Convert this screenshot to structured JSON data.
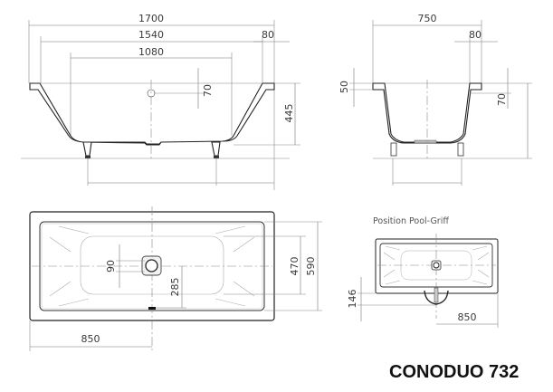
{
  "title": "CONODUO 732",
  "side_view": {
    "dims": {
      "overall_length": "1700",
      "inner_length": "1540",
      "bottom_length": "1080",
      "rim_width": "80",
      "overflow_height": "70",
      "height": "445"
    }
  },
  "end_view": {
    "dims": {
      "overall_width": "750",
      "rim_width": "80",
      "rim_thickness": "50",
      "overflow_height": "70"
    }
  },
  "plan_view": {
    "dims": {
      "drain_size": "90",
      "drain_offset": "285",
      "bottom_width": "470",
      "inner_width": "590",
      "drain_position": "850"
    }
  },
  "pool_grip_view": {
    "caption": "Position Pool-Griff",
    "dims": {
      "grip_offset": "146",
      "grip_position": "850"
    }
  },
  "colors": {
    "outline": "#222222",
    "dimension_line": "#777777",
    "text": "#3a3a3a"
  }
}
